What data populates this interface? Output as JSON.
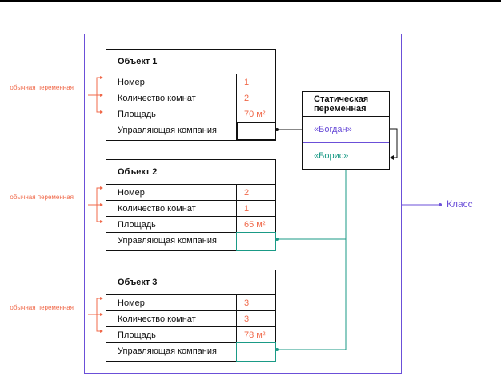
{
  "side_label": "обычная переменная",
  "objects": [
    {
      "title": "Объект 1",
      "rows": [
        {
          "label": "Номер",
          "value": "1"
        },
        {
          "label": "Количество комнат",
          "value": "2"
        },
        {
          "label": "Площадь",
          "value": "70 м²"
        },
        {
          "label": "Управляющая компания",
          "value": ""
        }
      ]
    },
    {
      "title": "Объект 2",
      "rows": [
        {
          "label": "Номер",
          "value": "2"
        },
        {
          "label": "Количество комнат",
          "value": "1"
        },
        {
          "label": "Площадь",
          "value": "65 м²"
        },
        {
          "label": "Управляющая компания",
          "value": ""
        }
      ]
    },
    {
      "title": "Объект 3",
      "rows": [
        {
          "label": "Номер",
          "value": "3"
        },
        {
          "label": "Количество комнат",
          "value": "3"
        },
        {
          "label": "Площадь",
          "value": "78 м²"
        },
        {
          "label": "Управляющая компания",
          "value": ""
        }
      ]
    }
  ],
  "static_var": {
    "title": "Статическая переменная",
    "old_value": "«Богдан»",
    "new_value": "«Борис»"
  },
  "class_label": "Класс",
  "colors": {
    "accent": "#6b4fd8",
    "teal": "#1a9a86",
    "orange": "#f0694a",
    "ink": "#111111"
  }
}
